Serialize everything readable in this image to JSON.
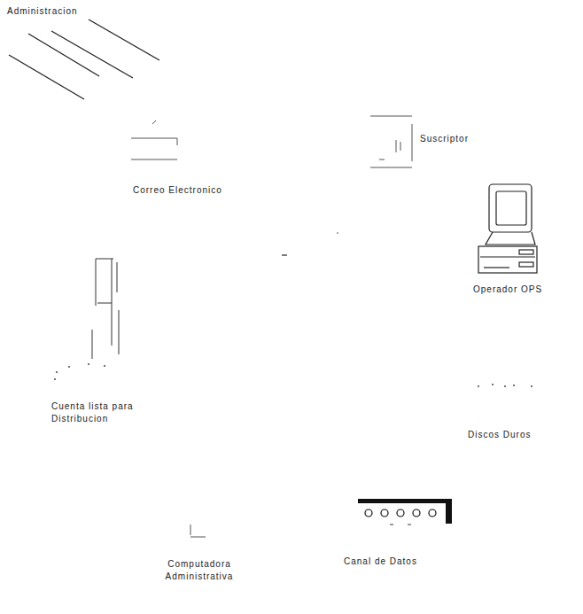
{
  "diagram": {
    "labels": [
      "Administracion",
      "Correo Electronico",
      "Suscriptor",
      "Operador OPS",
      "Cuenta lista para Distribucion",
      "Discos Duros",
      "Computadora Administrativa",
      "Canal de Datos"
    ]
  }
}
